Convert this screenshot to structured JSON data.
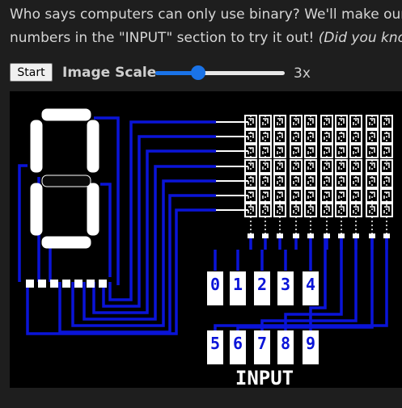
{
  "intro": {
    "line1": "Who says computers can only use binary? We'll make our s",
    "line2_plain": "numbers in the \"INPUT\" section to try it out! ",
    "line2_em": "(Did you know"
  },
  "controls": {
    "start_label": "Start",
    "scale_label": "Image Scale",
    "scale_value": "3x",
    "scale_fraction": 0.33
  },
  "display": {
    "lit_segments": [
      "a",
      "b",
      "c",
      "d",
      "e",
      "f"
    ]
  },
  "input": {
    "label": "INPUT",
    "top_digits": [
      "0",
      "1",
      "2",
      "3",
      "4"
    ],
    "bottom_digits": [
      "5",
      "6",
      "7",
      "8",
      "9"
    ]
  },
  "colors": {
    "wire": "#0a14d8",
    "panel_bg": "#000000",
    "lit": "#ffffff",
    "accent": "#1a73e8"
  }
}
